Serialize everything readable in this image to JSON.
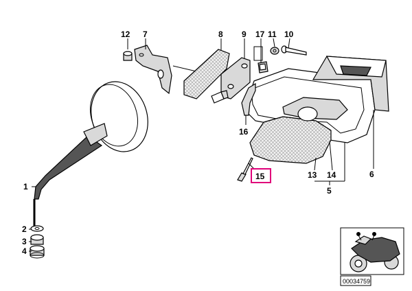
{
  "diagram": {
    "callouts": {
      "c1": "1",
      "c2": "2",
      "c3": "3",
      "c4": "4",
      "c5": "5",
      "c6": "6",
      "c7": "7",
      "c8": "8",
      "c9": "9",
      "c10": "10",
      "c11": "11",
      "c12": "12",
      "c13": "13",
      "c14": "14",
      "c15": "15",
      "c16": "16",
      "c17": "17"
    },
    "highlighted_callout": "15",
    "highlight_color": "#e0007a",
    "reference_number": "00034759",
    "thumbnail": "motorcycle-thumbnail"
  }
}
